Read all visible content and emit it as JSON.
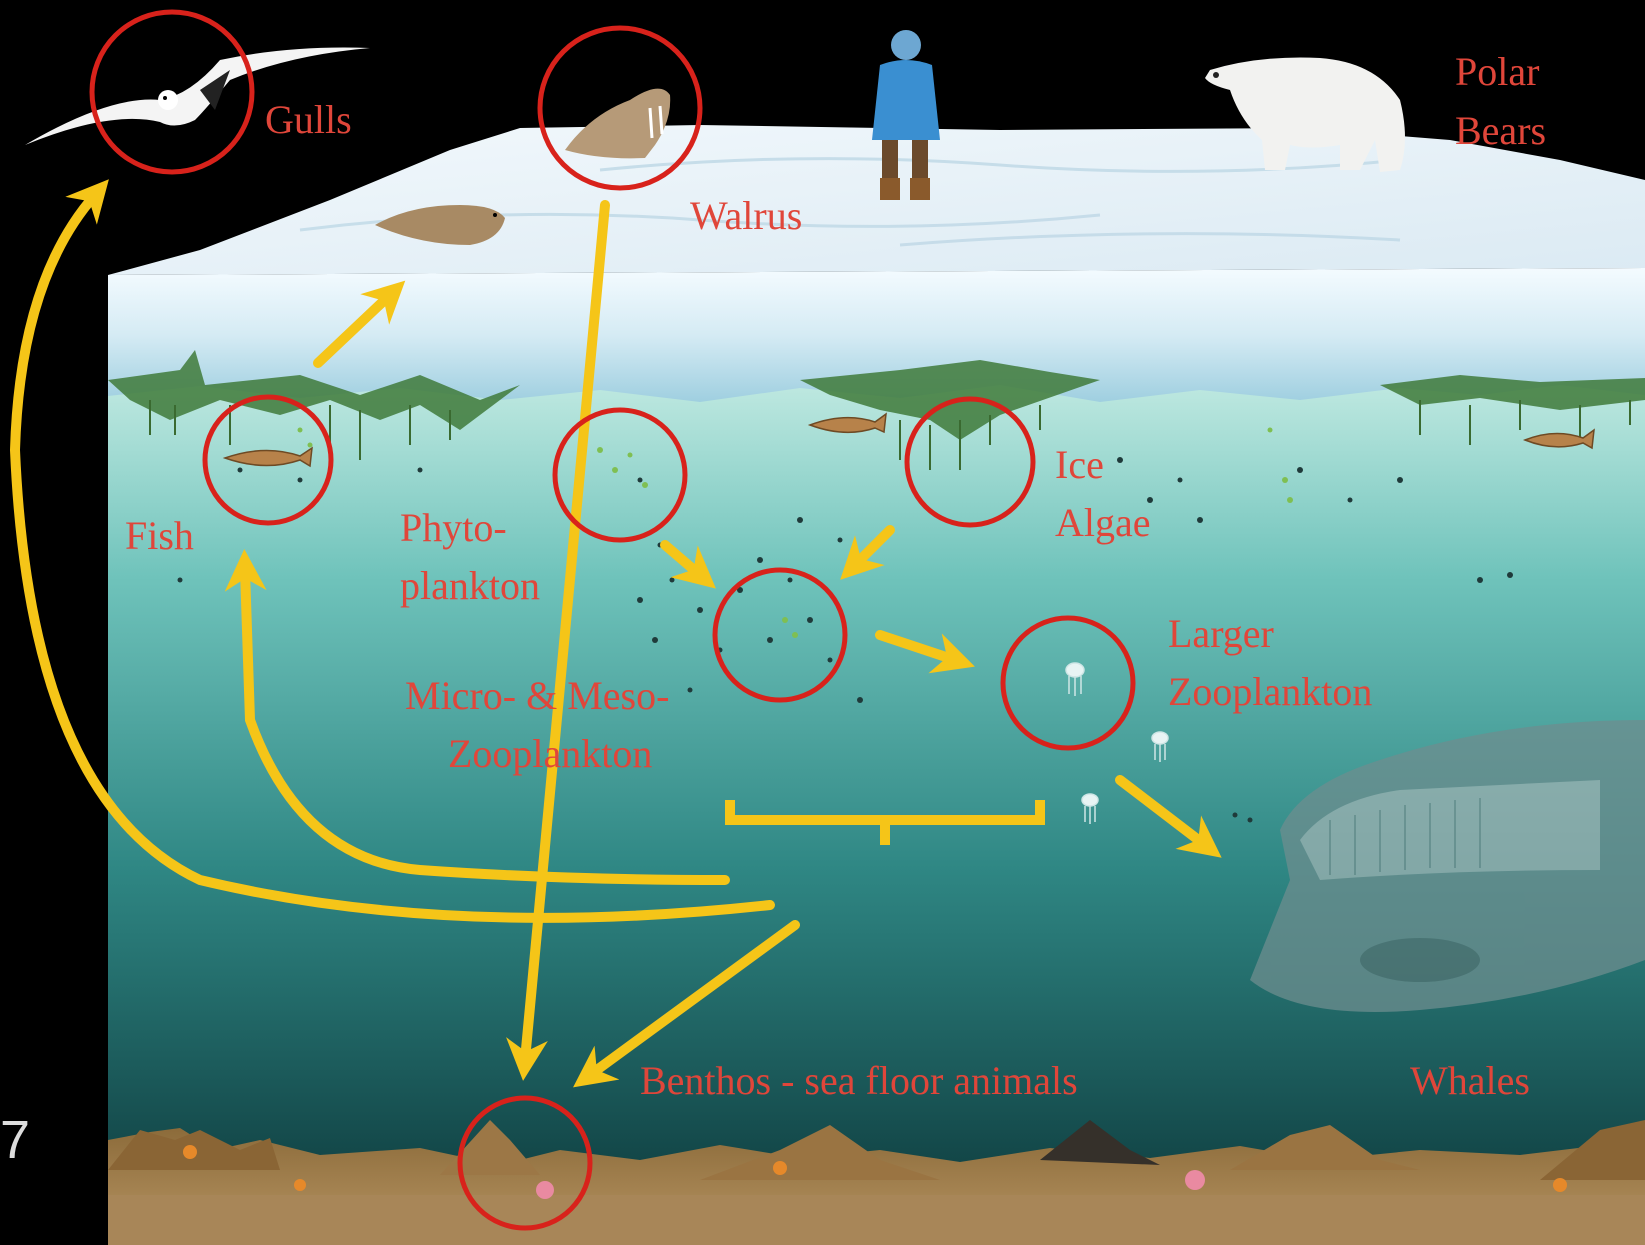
{
  "diagram": {
    "labels": {
      "gulls": "Gulls",
      "walrus": "Walrus",
      "polar_bears": [
        "Polar",
        "Bears"
      ],
      "fish": "Fish",
      "phytoplankton": [
        "Phyto-",
        "plankton"
      ],
      "ice_algae": [
        "Ice",
        "Algae"
      ],
      "micro_meso": [
        "Micro- & Meso-",
        "Zooplankton"
      ],
      "larger_zoo": [
        "Larger",
        "Zooplankton"
      ],
      "benthos": "Benthos - sea floor animals",
      "whales": "Whales"
    },
    "slide_number": "7",
    "colors": {
      "label_red": "#e0463a",
      "arrow_yellow": "#f5c518",
      "circle_red": "#d8221b",
      "water_top": "#b9e6dc",
      "water_bottom": "#0f3c3e",
      "ice": "#e7f3f8"
    },
    "icons": [
      "gull-icon",
      "walrus-icon",
      "seal-icon",
      "person-icon",
      "polar-bear-icon",
      "fish-icon",
      "whale-icon",
      "jellyfish-icon",
      "starfish-icon"
    ]
  }
}
